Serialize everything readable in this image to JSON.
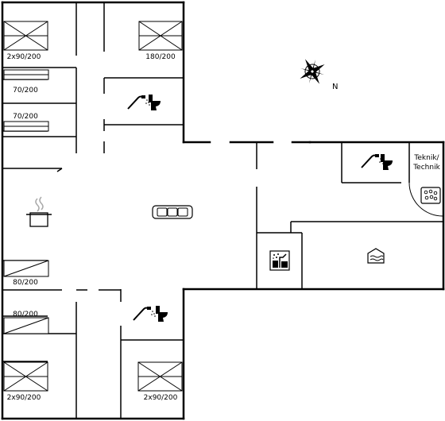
{
  "compass": {
    "north_label": "N"
  },
  "beds": {
    "bed_top_left": "2x90/200",
    "bed_top_right": "180/200",
    "bed_70_a": "70/200",
    "bed_70_b": "70/200",
    "bed_80_a": "80/200",
    "bed_80_b": "80/200",
    "bed_bottom_left": "2x90/200",
    "bed_bottom_right": "2x90/200"
  },
  "technik": {
    "line1": "Teknik/",
    "line2": "Technik"
  },
  "icons": {
    "shower": "shower-icon",
    "toilet": "toilet-icon",
    "sofa": "sofa-icon",
    "cooking_pot": "cooking-pot-icon",
    "sauna": "sauna-icon",
    "pool": "pool-icon",
    "whirlpool": "whirlpool-icon",
    "compass": "compass-rose-icon"
  }
}
